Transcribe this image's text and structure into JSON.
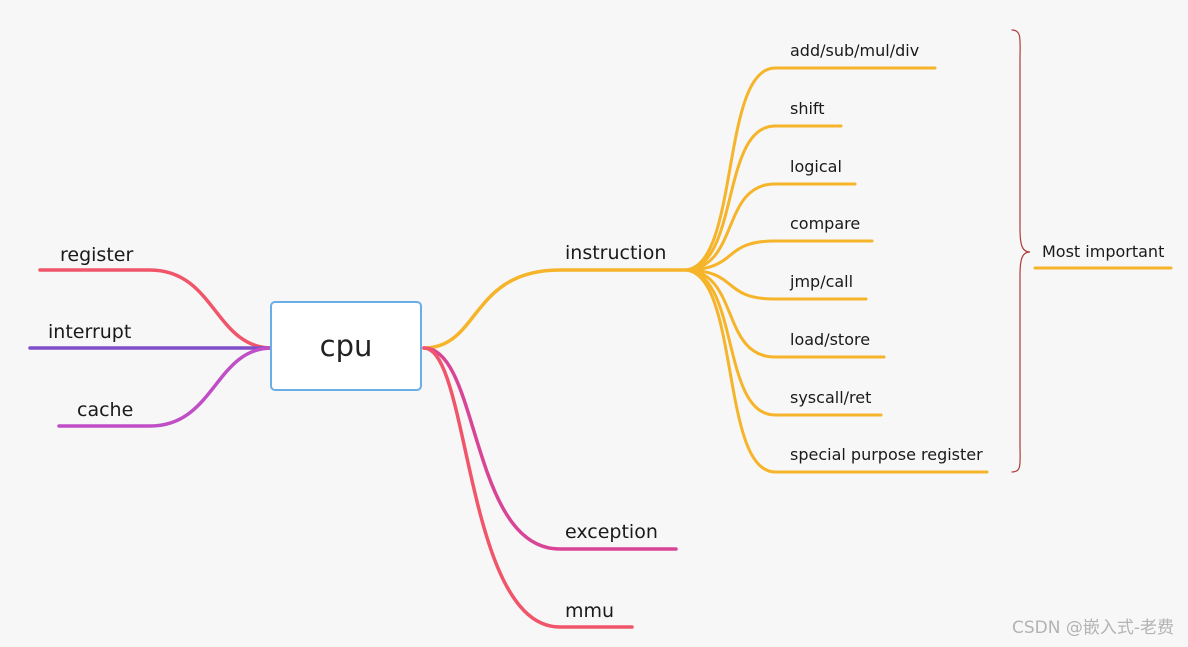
{
  "diagram": {
    "root": {
      "label": "cpu"
    },
    "branches": {
      "register": {
        "label": "register",
        "color": "#f0556a"
      },
      "interrupt": {
        "label": "interrupt",
        "color": "#7f4fc9"
      },
      "cache": {
        "label": "cache",
        "color": "#c04ec7"
      },
      "instruction": {
        "label": "instruction",
        "color": "#f6b42a"
      },
      "exception": {
        "label": "exception",
        "color": "#d94596"
      },
      "mmu": {
        "label": "mmu",
        "color": "#f0556a"
      }
    },
    "instruction_children": [
      {
        "label": "add/sub/mul/div"
      },
      {
        "label": "shift"
      },
      {
        "label": "logical"
      },
      {
        "label": "compare"
      },
      {
        "label": "jmp/call"
      },
      {
        "label": "load/store"
      },
      {
        "label": "syscall/ret"
      },
      {
        "label": "special purpose register"
      }
    ],
    "summary": {
      "label": "Most important",
      "brace_color": "#b03a3a",
      "underline_color": "#f6b42a"
    }
  },
  "watermark": "CSDN @嵌入式-老费"
}
